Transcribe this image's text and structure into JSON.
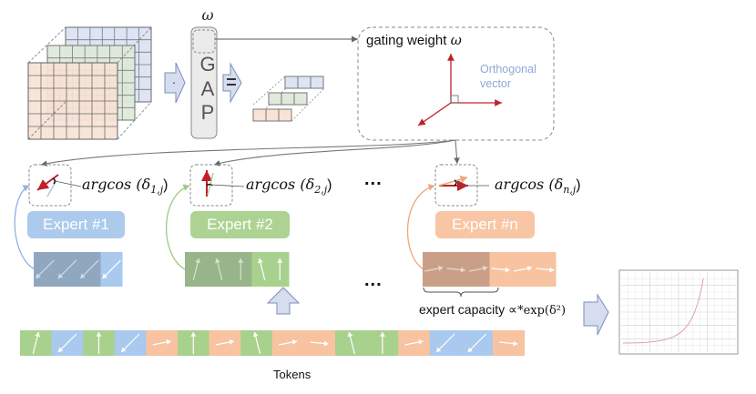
{
  "figure": {
    "gap_block": {
      "omega_symbol": "ω",
      "letters": [
        "G",
        "A",
        "P"
      ]
    },
    "operators": {
      "dot": "·",
      "equals": "="
    },
    "gating_box": {
      "title": "gating weight",
      "title_symbol": "ω",
      "annotation_line1": "Orthogonal",
      "annotation_line2": "vector"
    },
    "experts": [
      {
        "label": "Expert #1",
        "argcos": "argcos (δ",
        "sub": "1,j",
        "close": ")",
        "color": "#a8c8ec",
        "assigned_color": "#8fa8c0"
      },
      {
        "label": "Expert #2",
        "argcos": "argcos (δ",
        "sub": "2,j",
        "close": ")",
        "color": "#a9d18e",
        "assigned_color": "#98b58a"
      },
      {
        "label": "Expert #n",
        "argcos": "argcos (δ",
        "sub": "n,j",
        "close": ")",
        "color": "#f8c3a0",
        "assigned_color": "#c9a087"
      }
    ],
    "ellipsis": "...",
    "capacity_label": "expert capacity ∝",
    "capacity_formula": "*exp(δ²)",
    "tokens_label": "Tokens",
    "token_sequence": [
      "green",
      "blue",
      "green",
      "blue",
      "orange",
      "green",
      "orange",
      "green",
      "orange",
      "orange",
      "green",
      "green",
      "orange",
      "blue",
      "blue",
      "orange"
    ],
    "colors": {
      "blue": "#a9c9ee",
      "green": "#a9d18e",
      "orange": "#f8c3a0",
      "red_vector": "#c0202a",
      "ortho_text": "#8ea8d8"
    }
  }
}
